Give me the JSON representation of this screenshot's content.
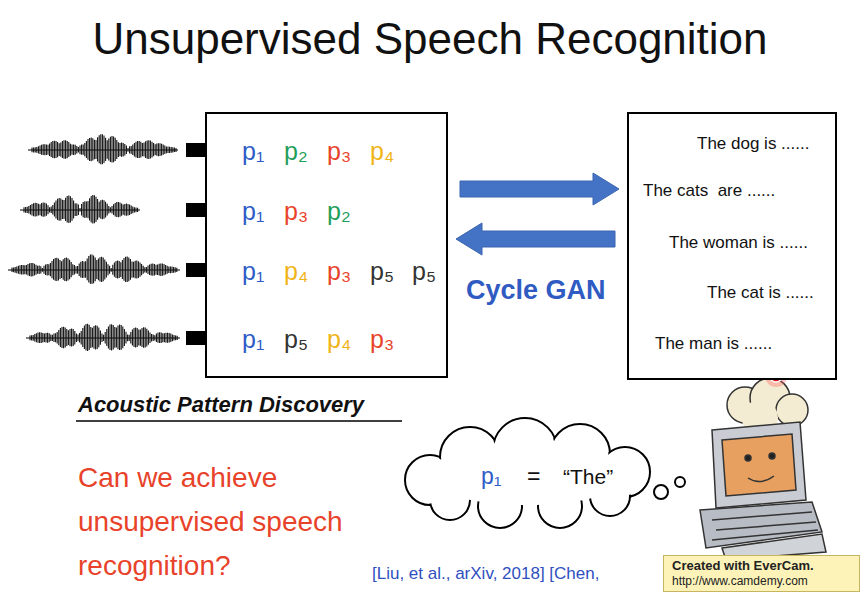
{
  "diagram": {
    "title": "Unsupervised Speech Recognition",
    "nodes": [
      {
        "text": [
          "p₁",
          "p₂",
          "p₃",
          "p₄",
          "p₁",
          "p₃",
          "p₂",
          "p₁",
          "p₄",
          "p₃",
          "p₅",
          "p₅",
          "p₁",
          "p₅",
          "p₄",
          "p₃"
        ]
      },
      {
        "text": [
          "The dog is ......",
          "The cats  are ......",
          "The woman is ......",
          "The cat is ......",
          "The man is ......"
        ]
      },
      {
        "text": [
          "p₁",
          "=",
          "“The”"
        ]
      },
      {
        "text": [
          "Created with EverCam.",
          "http://www.camdemy.com"
        ]
      }
    ],
    "edges": [
      {
        "from": 0,
        "to": 1,
        "arrow": "to"
      },
      {
        "from": 1,
        "to": 0,
        "arrow": "to"
      }
    ],
    "labels": [
      "Acoustic Pattern Discovery",
      "Cycle GAN",
      "Can we achieve unsupervised speech recognition?",
      "[Liu, et al., arXiv, 2018] [Chen,"
    ]
  }
}
